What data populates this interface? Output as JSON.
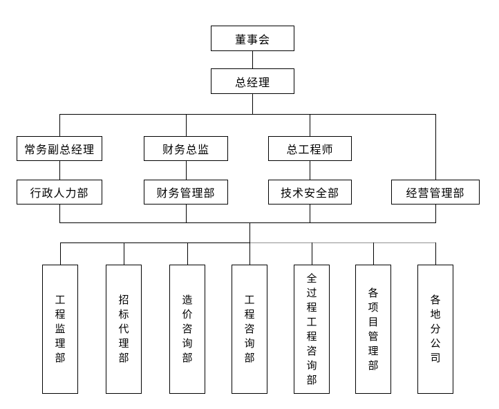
{
  "page": {
    "background_color": "#ffffff",
    "line_color": "#000000",
    "gray_line_color": "#909090"
  },
  "org_chart": {
    "nodes": {
      "board": {
        "label": "董事会"
      },
      "general_manager": {
        "label": "总经理"
      },
      "deputy_general_manager": {
        "label": "常务副总经理"
      },
      "finance_director": {
        "label": "财务总监"
      },
      "chief_engineer": {
        "label": "总工程师"
      },
      "admin_hr_dept": {
        "label": "行政人力部"
      },
      "finance_mgmt_dept": {
        "label": "财务管理部"
      },
      "tech_safety_dept": {
        "label": "技术安全部"
      },
      "operations_mgmt_dept": {
        "label": "经营管理部"
      },
      "eng_supervision_dept": {
        "label": "工程监理部"
      },
      "bidding_agency_dept": {
        "label": "招标代理部"
      },
      "cost_consulting_dept": {
        "label": "造价咨询部"
      },
      "eng_consulting_dept": {
        "label": "工程咨询部"
      },
      "whole_process_consulting_dept": {
        "label": "全过程工程咨询部"
      },
      "project_mgmt_depts": {
        "label": "各项目管理部"
      },
      "regional_branches": {
        "label": "各地分公司"
      }
    },
    "hierarchy": [
      {
        "parent": "board",
        "children": [
          "general_manager"
        ]
      },
      {
        "parent": "general_manager",
        "children": [
          "deputy_general_manager",
          "finance_director",
          "chief_engineer",
          "operations_mgmt_dept"
        ]
      },
      {
        "parent": "deputy_general_manager",
        "children": [
          "admin_hr_dept"
        ]
      },
      {
        "parent": "finance_director",
        "children": [
          "finance_mgmt_dept"
        ]
      },
      {
        "parent": "chief_engineer",
        "children": [
          "tech_safety_dept"
        ]
      },
      {
        "parent": "department_tier",
        "children": [
          "eng_supervision_dept",
          "bidding_agency_dept",
          "cost_consulting_dept",
          "eng_consulting_dept",
          "whole_process_consulting_dept",
          "project_mgmt_depts",
          "regional_branches"
        ]
      }
    ]
  }
}
